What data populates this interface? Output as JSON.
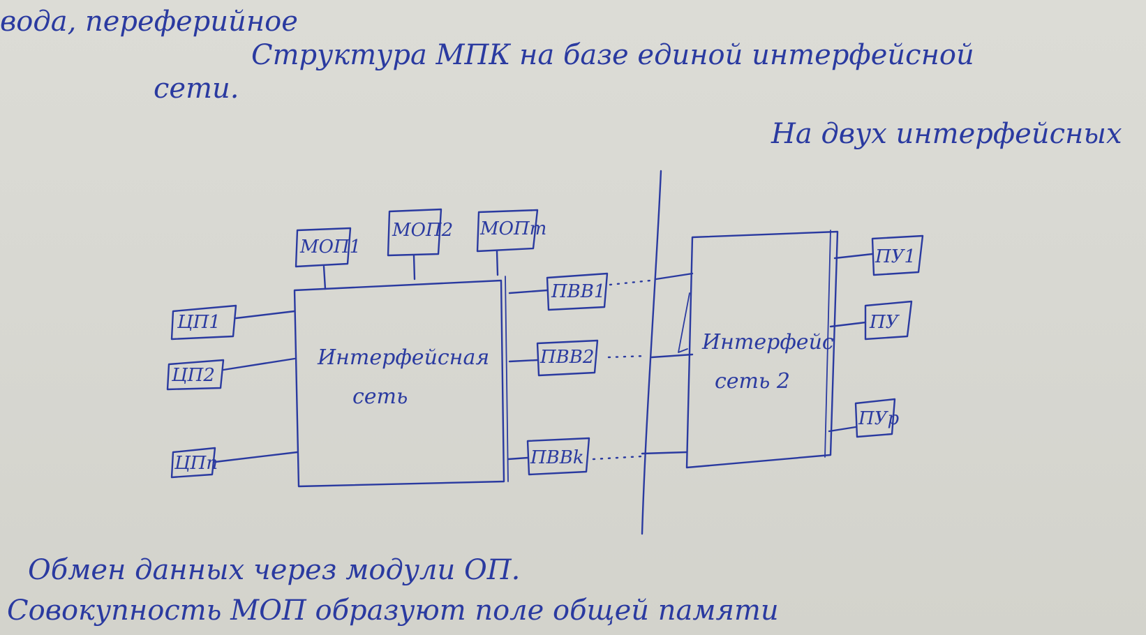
{
  "text": {
    "line_top": "вода, переферийное",
    "heading_part1": "Структура МПК на базе единой интерфейсной",
    "heading_part2": "сети.",
    "right_note": "На двух интерфейсных",
    "footer_line1": "Обмен данных через модули ОП.",
    "footer_line2": "Совокупность МОП образуют поле общей памяти"
  },
  "diagram": {
    "network1": {
      "line1": "Интерфейсная",
      "line2": "сеть"
    },
    "network2": {
      "line1": "Интерфейс",
      "line2": "сеть 2"
    },
    "memory_modules": [
      "МОП1",
      "МОП2",
      "МОПm"
    ],
    "processors": [
      "ЦП1",
      "ЦП2",
      "ЦПn"
    ],
    "io_processors": [
      "ПВВ1",
      "ПВВ2",
      "ПВВk"
    ],
    "peripheral_units": [
      "ПУ1",
      "ПУ",
      "ПУр"
    ]
  },
  "colors": {
    "ink": "#2a3aa0",
    "paper": "#d8d8d2"
  }
}
